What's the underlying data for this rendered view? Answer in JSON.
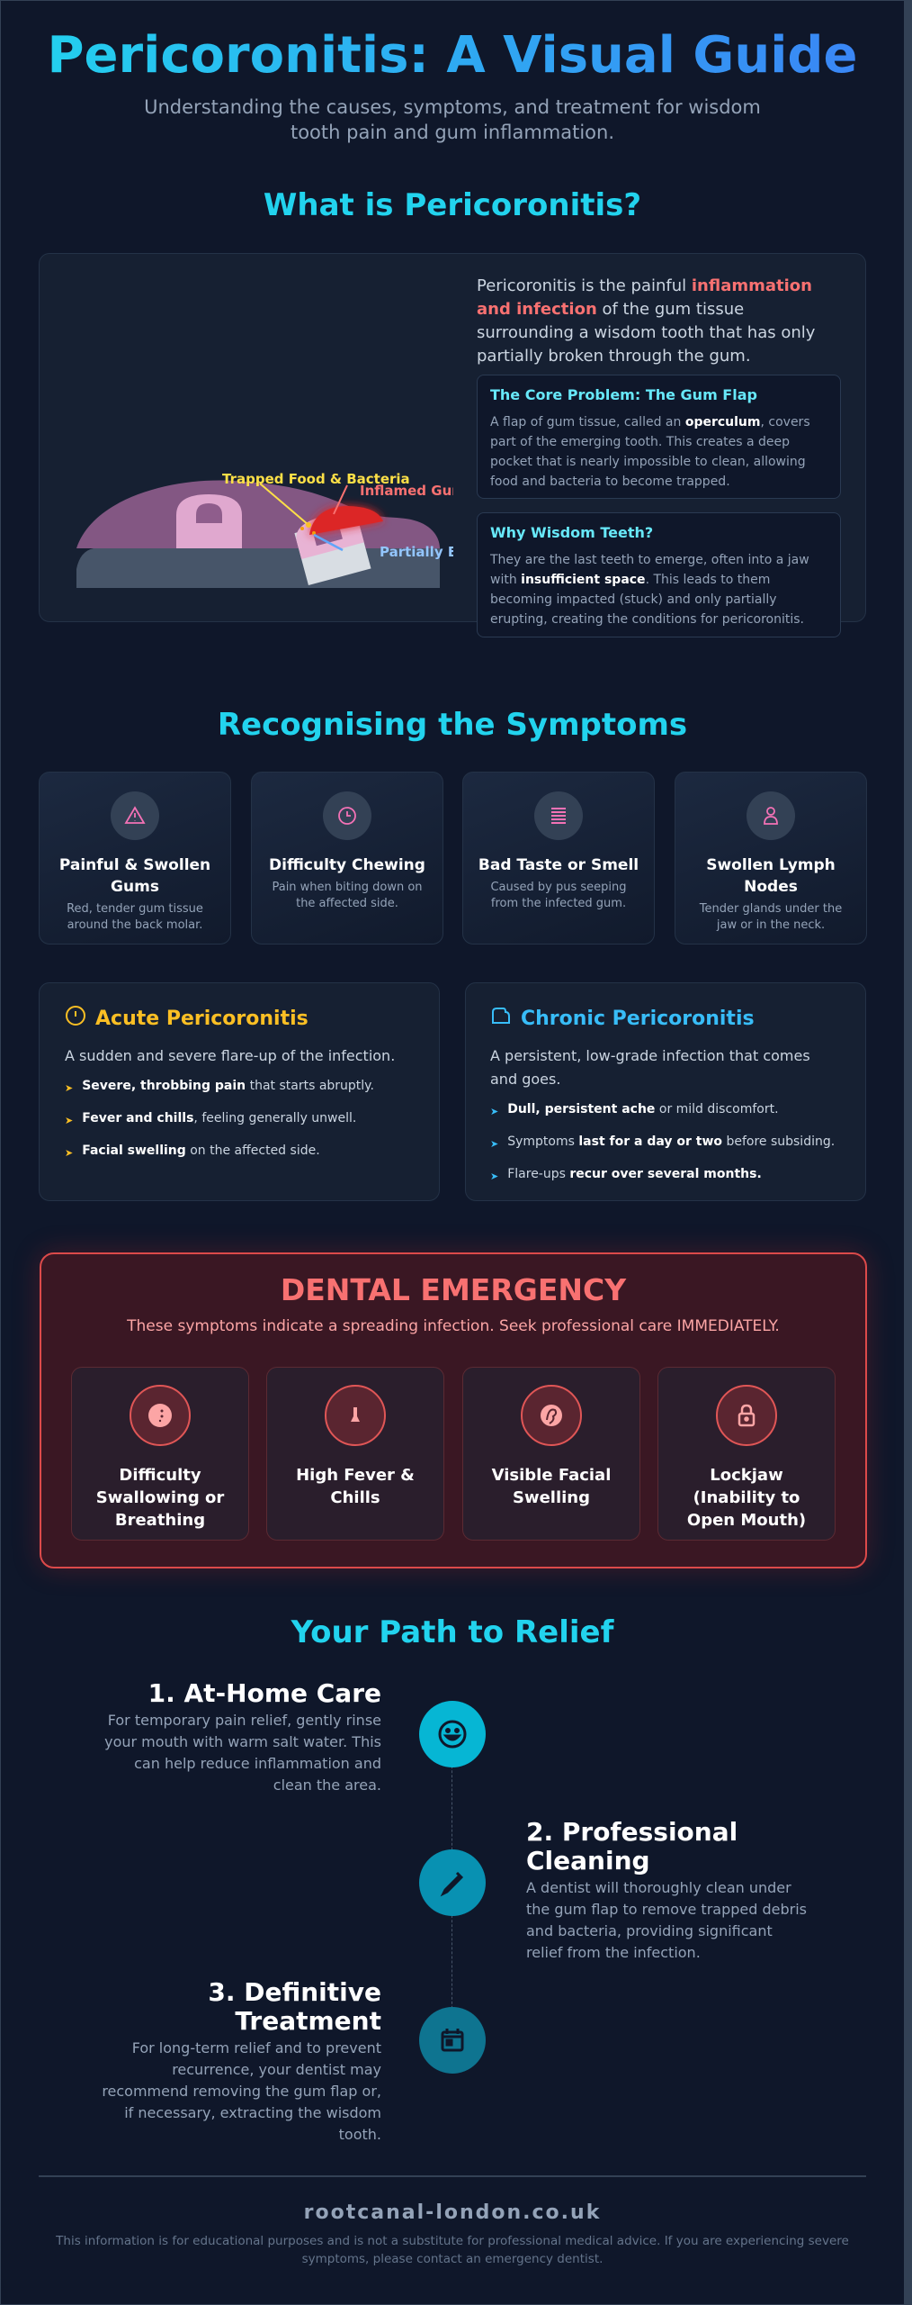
{
  "header": {
    "title": "Pericoronitis: A Visual Guide",
    "subtitle": "Understanding the causes, symptoms, and treatment for wisdom tooth pain and gum inflammation."
  },
  "what": {
    "heading": "What is Pericoronitis?",
    "intro": {
      "pre": "Pericoronitis is the painful ",
      "highlight": "inflammation and infection",
      "post": " of the gum tissue surrounding a wisdom tooth that has only partially broken through the gum."
    },
    "diagram_labels": {
      "food": "Trapped Food & Bacteria",
      "gum": "Inflamed Gum",
      "tooth": "Partially Erupted"
    },
    "boxes": [
      {
        "title": "The Core Problem: The Gum Flap",
        "pre": "A flap of gum tissue, called an ",
        "bold": "operculum",
        "post": ", covers part of the emerging tooth. This creates a deep pocket that is nearly impossible to clean, allowing food and bacteria to become trapped."
      },
      {
        "title": "Why Wisdom Teeth?",
        "pre": "They are the last teeth to emerge, often into a jaw with ",
        "bold": "insufficient space",
        "post": ". This leads to them becoming impacted (stuck) and only partially erupting, creating the conditions for pericoronitis."
      }
    ]
  },
  "symptoms": {
    "heading": "Recognising the Symptoms",
    "items": [
      {
        "icon": "warning-icon",
        "title": "Painful & Swollen Gums",
        "desc": "Red, tender gum tissue around the back molar."
      },
      {
        "icon": "clock-icon",
        "title": "Difficulty Chewing",
        "desc": "Pain when biting down on the affected side."
      },
      {
        "icon": "lines-icon",
        "title": "Bad Taste or Smell",
        "desc": "Caused by pus seeping from the infected gum."
      },
      {
        "icon": "person-icon",
        "title": "Swollen Lymph Nodes",
        "desc": "Tender glands under the jaw or in the neck."
      }
    ]
  },
  "types": {
    "acute": {
      "title": "Acute Pericoronitis",
      "color": "#fbbf24",
      "lead": "A sudden and severe flare-up of the infection.",
      "items": [
        {
          "pre": "",
          "bold": "Severe, throbbing pain",
          "post": " that starts abruptly."
        },
        {
          "pre": "",
          "bold": "Fever and chills",
          "post": ", feeling generally unwell."
        },
        {
          "pre": "",
          "bold": "Facial swelling",
          "post": " on the affected side."
        }
      ]
    },
    "chronic": {
      "title": "Chronic Pericoronitis",
      "color": "#38bdf8",
      "lead": "A persistent, low-grade infection that comes and goes.",
      "items": [
        {
          "pre": "",
          "bold": "Dull, persistent ache",
          "post": " or mild discomfort."
        },
        {
          "pre": "Symptoms ",
          "bold": "last for a day or two",
          "post": " before subsiding."
        },
        {
          "pre": "Flare-ups ",
          "bold": "recur over several months.",
          "post": ""
        }
      ]
    }
  },
  "emergency": {
    "title": "DENTAL EMERGENCY",
    "subtitle": "These symptoms indicate a spreading infection. Seek professional care IMMEDIATELY.",
    "items": [
      {
        "icon": "swallow-icon",
        "label": "Difficulty Swallowing or Breathing"
      },
      {
        "icon": "thermometer-icon",
        "label": "High Fever & Chills"
      },
      {
        "icon": "face-swelling-icon",
        "label": "Visible Facial Swelling"
      },
      {
        "icon": "lock-icon",
        "label": "Lockjaw (Inability to Open Mouth)"
      }
    ]
  },
  "relief": {
    "heading": "Your Path to Relief",
    "steps": [
      {
        "icon": "smile-icon",
        "title": "1. At-Home Care",
        "desc": "For temporary pain relief, gently rinse your mouth with warm salt water. This can help reduce inflammation and clean the area."
      },
      {
        "icon": "dropper-icon",
        "title": "2. Professional Cleaning",
        "desc": "A dentist will thoroughly clean under the gum flap to remove trapped debris and bacteria, providing significant relief from the infection."
      },
      {
        "icon": "calendar-icon",
        "title": "3. Definitive Treatment",
        "desc": "For long-term relief and to prevent recurrence, your dentist may recommend removing the gum flap or, if necessary, extracting the wisdom tooth."
      }
    ]
  },
  "footer": {
    "site": "rootcanal-london.co.uk",
    "disclaimer": "This information is for educational purposes and is not a substitute for professional medical advice. If you are experiencing severe symptoms, please contact an emergency dentist."
  }
}
